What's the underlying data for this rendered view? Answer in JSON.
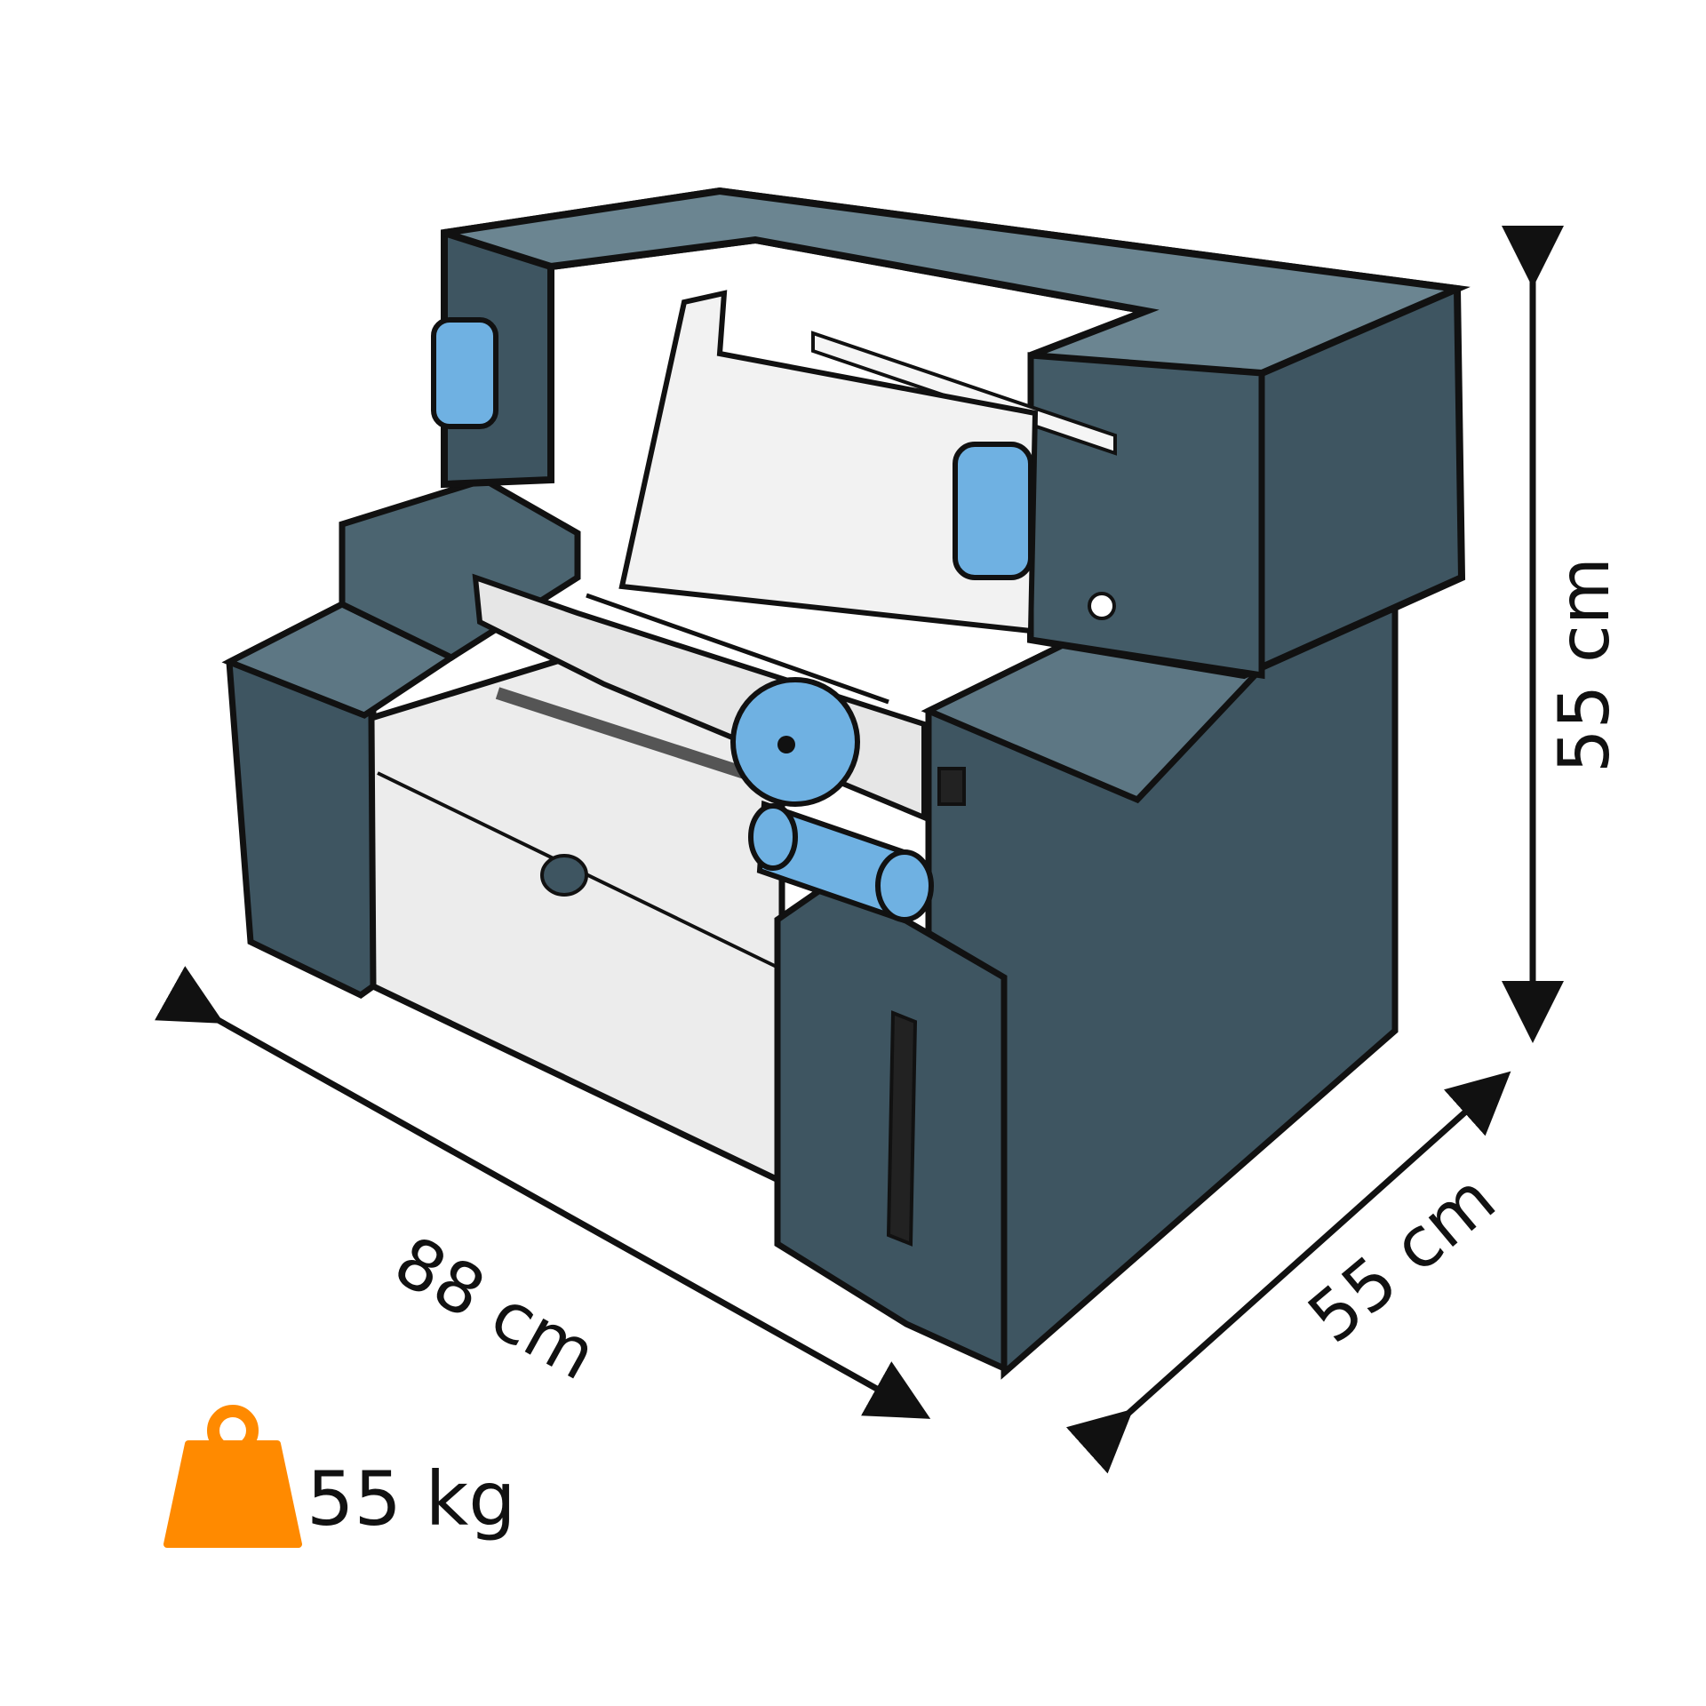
{
  "dimensions": {
    "width_label": "88 cm",
    "depth_label": "55 cm",
    "height_label": "55 cm"
  },
  "weight": {
    "label": "55 kg",
    "icon": "weight-icon",
    "icon_color": "#ff8a00"
  },
  "colors": {
    "body_dark": "#3e5561",
    "body_light": "#5d7784",
    "body_top": "#6b8591",
    "panel_white": "#ededed",
    "accent_blue": "#6fb1e2",
    "outline": "#111111"
  }
}
